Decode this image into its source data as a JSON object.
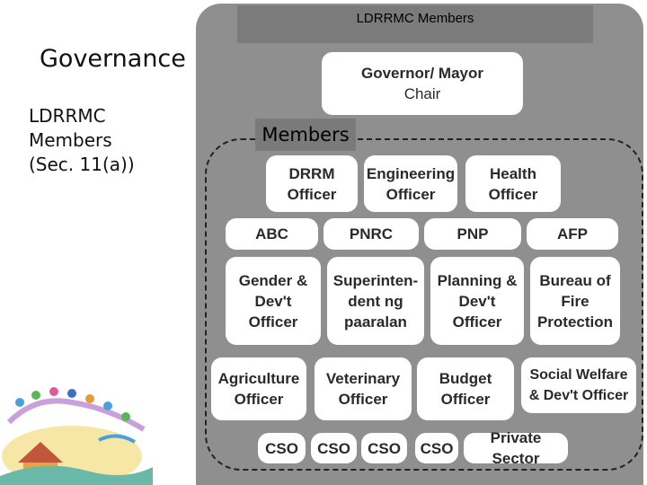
{
  "slide_title": "Governance",
  "side_label": [
    "LDRRMC",
    "Members",
    "(Sec. 11(a))"
  ],
  "header": "LDRRMC Members",
  "chair": {
    "title": "Governor/ Mayor",
    "subtitle": "Chair"
  },
  "members_label": "Members",
  "rows": [
    [
      "DRRM\nOfficer",
      "Engineering\nOfficer",
      "Health\nOfficer"
    ],
    [
      "ABC",
      "PNRC",
      "PNP",
      "AFP"
    ],
    [
      "Gender &\nDev't\nOfficer",
      "Superinten-\ndent ng\npaaralan",
      "Planning &\nDev't\nOfficer",
      "Bureau of\nFire\nProtection"
    ],
    [
      "Agriculture\nOfficer",
      "Veterinary\nOfficer",
      "Budget\nOfficer",
      "Social Welfare\n& Dev't Officer"
    ],
    [
      "CSO",
      "CSO",
      "CSO",
      "CSO",
      "Private Sector"
    ]
  ],
  "colors": {
    "panel": "#8f8f8f",
    "header_bar": "#7b7b7b",
    "box": "#ffffff"
  }
}
